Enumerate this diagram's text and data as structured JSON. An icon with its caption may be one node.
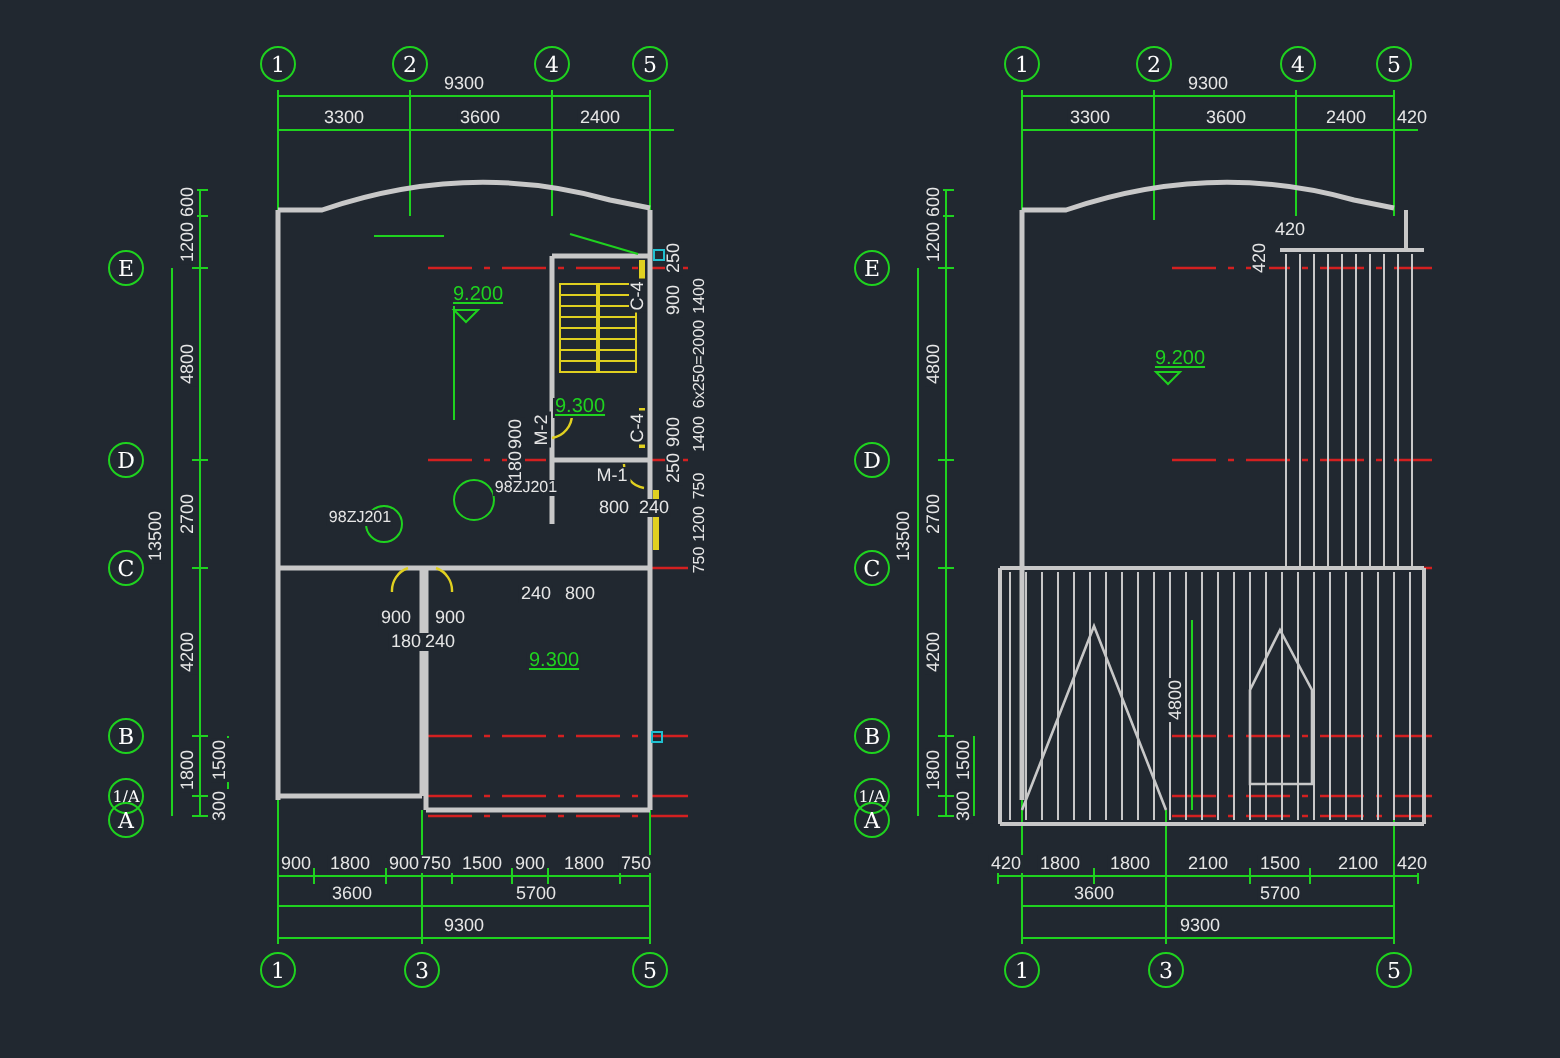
{
  "diagram": {
    "nodes": [
      {
        "text": [
          "1"
        ]
      },
      {
        "text": [
          "2"
        ]
      },
      {
        "text": [
          "4"
        ]
      },
      {
        "text": [
          "5"
        ]
      },
      {
        "text": [
          "E"
        ]
      },
      {
        "text": [
          "D"
        ]
      },
      {
        "text": [
          "C"
        ]
      },
      {
        "text": [
          "B"
        ]
      },
      {
        "text": [
          "1/A"
        ]
      },
      {
        "text": [
          "A"
        ]
      },
      {
        "text": [
          "1"
        ]
      },
      {
        "text": [
          "3"
        ]
      },
      {
        "text": [
          "5"
        ]
      },
      {
        "text": [
          "1"
        ]
      },
      {
        "text": [
          "2"
        ]
      },
      {
        "text": [
          "4"
        ]
      },
      {
        "text": [
          "5"
        ]
      },
      {
        "text": [
          "E"
        ]
      },
      {
        "text": [
          "D"
        ]
      },
      {
        "text": [
          "C"
        ]
      },
      {
        "text": [
          "B"
        ]
      },
      {
        "text": [
          "1/A"
        ]
      },
      {
        "text": [
          "A"
        ]
      },
      {
        "text": [
          "1"
        ]
      },
      {
        "text": [
          "3"
        ]
      },
      {
        "text": [
          "5"
        ]
      }
    ],
    "labels": [
      "9300",
      "3300",
      "3600",
      "2400",
      "600",
      "1200",
      "4800",
      "2700",
      "13500",
      "4200",
      "1800",
      "1500",
      "300",
      "250",
      "9.200",
      "C-4",
      "900",
      "1400",
      "6x250=2000",
      "9.300",
      "900",
      "M-2",
      "C-4",
      "900",
      "1400",
      "180",
      "M-1",
      "250",
      "98ZJ201",
      "750",
      "800",
      "240",
      "98ZJ201",
      "1200",
      "750",
      "240",
      "800",
      "900",
      "900",
      "180",
      "240",
      "9.300",
      "900",
      "1800",
      "900",
      "750",
      "1500",
      "900",
      "1800",
      "750",
      "3600",
      "5700",
      "9300",
      "9300",
      "3300",
      "3600",
      "2400",
      "420",
      "600",
      "1200",
      "4800",
      "2700",
      "13500",
      "4200",
      "1800",
      "1500",
      "300",
      "420",
      "420",
      "9.200",
      "4800",
      "420",
      "1800",
      "1800",
      "2100",
      "1500",
      "2100",
      "420",
      "3600",
      "5700",
      "9300"
    ]
  }
}
